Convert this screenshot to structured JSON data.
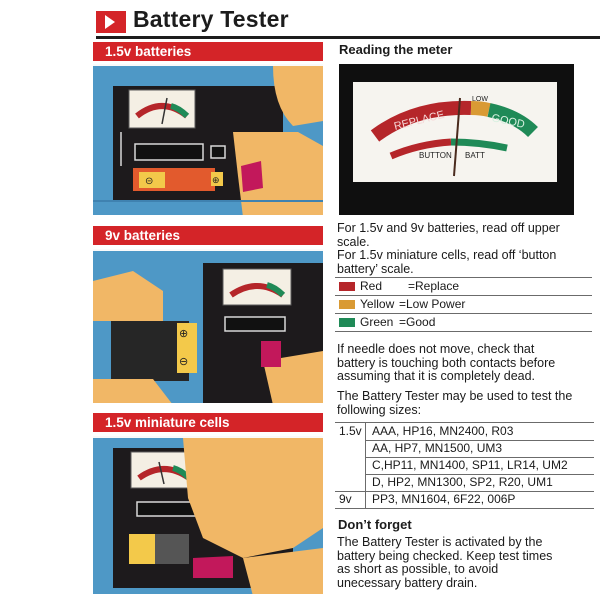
{
  "header": {
    "title": "Battery Tester"
  },
  "sections": [
    {
      "label": "1.5v batteries"
    },
    {
      "label": "9v batteries"
    },
    {
      "label": "1.5v miniature cells"
    }
  ],
  "meter": {
    "heading": "Reading the meter",
    "scale_low": "LOW",
    "scale_replace": "REPLACE",
    "scale_good": "GOOD",
    "scale_button": "BUTTON",
    "scale_batt": "BATT"
  },
  "instructions": {
    "scale_line1": "For 1.5v and 9v batteries, read off upper",
    "scale_line2": "scale.",
    "scale_line3": "For 1.5v miniature cells, read off ‘button",
    "scale_line4": "battery’ scale."
  },
  "legend": [
    {
      "name": "Red",
      "meaning": "=Replace",
      "color": "#b5262a"
    },
    {
      "name": "Yellow",
      "meaning": "=Low Power",
      "color": "#d99a34"
    },
    {
      "name": "Green",
      "meaning": "=Good",
      "color": "#1f8a57"
    }
  ],
  "needle_note": {
    "line1": "If needle does not move, check that",
    "line2": "battery is touching both contacts before",
    "line3": "assuming that it is completely dead."
  },
  "sizes_intro": {
    "line1": "The Battery Tester may be used to test the",
    "line2": "following sizes:"
  },
  "sizes": [
    {
      "voltage": "1.5v",
      "list": "AAA, HP16, MN2400, R03"
    },
    {
      "voltage": "",
      "list": "AA, HP7, MN1500, UM3"
    },
    {
      "voltage": "",
      "list": "C,HP11, MN1400, SP11, LR14, UM2"
    },
    {
      "voltage": "",
      "list": "D, HP2, MN1300, SP2, R20, UM1"
    },
    {
      "voltage": "9v",
      "list": "PP3, MN1604, 6F22, 006P"
    }
  ],
  "dont_forget": {
    "heading": "Don’t forget",
    "line1": "The Battery Tester is activated by the",
    "line2": "battery being checked. Keep test times",
    "line3": "as short as possible, to avoid",
    "line4": "unecessary battery drain."
  },
  "colors": {
    "brand_red": "#d42428",
    "illustration_blue": "#4e98c6",
    "tester_body": "#1d1a1c",
    "skin": "#f1b766"
  }
}
